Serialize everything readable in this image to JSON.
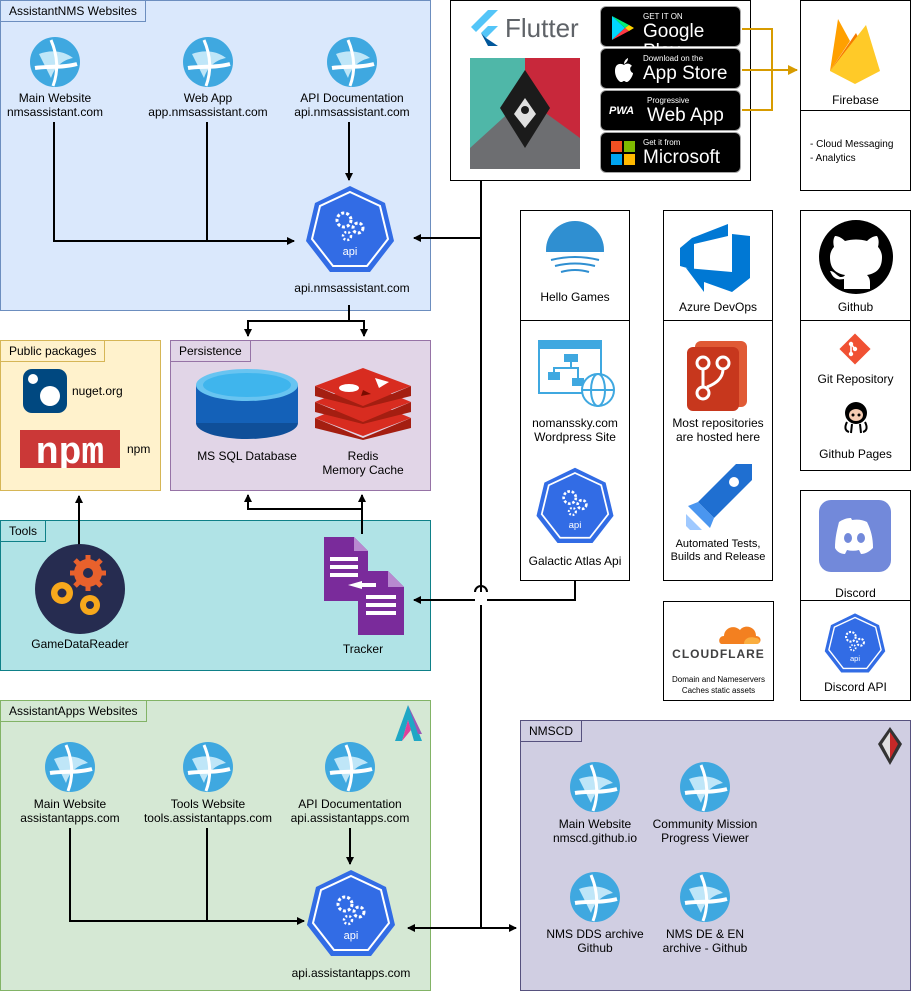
{
  "groups": {
    "assistantnms": "AssistantNMS Websites",
    "public_packages": "Public packages",
    "persistence": "Persistence",
    "tools": "Tools",
    "assistantapps": "AssistantApps Websites",
    "nmscd": "NMSCD"
  },
  "assistantnms": {
    "main_website": {
      "name": "Main Website",
      "url": "nmsassistant.com"
    },
    "web_app": {
      "name": "Web App",
      "url": "app.nmsassistant.com"
    },
    "api_docs": {
      "name": "API Documentation",
      "url": "api.nmsassistant.com"
    },
    "api_label": "api.nmsassistant.com"
  },
  "packages": {
    "nuget": "nuget.org",
    "npm": "npm",
    "npm_logo": "npm"
  },
  "persistence": {
    "mssql": "MS SQL Database",
    "redis": "Redis\nMemory Cache"
  },
  "tools": {
    "gamedatareader": "GameDataReader",
    "tracker": "Tracker"
  },
  "assistantapps": {
    "main_website": {
      "name": "Main Website",
      "url": "assistantapps.com"
    },
    "tools_website": {
      "name": "Tools Website",
      "url": "tools.assistantapps.com"
    },
    "api_docs": {
      "name": "API Documentation",
      "url": "api.assistantapps.com"
    },
    "api_label": "api.assistantapps.com"
  },
  "nmscd": {
    "main_website": {
      "name": "Main Website",
      "url": "nmscd.github.io"
    },
    "cmpv": {
      "name": "Community Mission",
      "sub": "Progress Viewer"
    },
    "dds": {
      "name": "NMS DDS archive",
      "sub": "Github"
    },
    "deen": {
      "name": "NMS DE & EN",
      "sub": "archive - Github"
    }
  },
  "platforms": {
    "flutter": "Flutter",
    "google_play": {
      "small": "GET IT ON",
      "big": "Google Play"
    },
    "app_store": {
      "small": "Download on the",
      "big": "App Store"
    },
    "pwa": {
      "mark": "PWA",
      "small": "Progressive",
      "big": "Web App"
    },
    "microsoft": {
      "small": "Get it from",
      "big": "Microsoft"
    }
  },
  "firebase": {
    "title": "Firebase",
    "features": [
      "- Cloud Messaging",
      "- Analytics"
    ]
  },
  "hellogames": {
    "title": "Hello Games",
    "wordpress": "nomanssky.com\nWordpress Site",
    "galactic": "Galactic Atlas Api"
  },
  "azure": {
    "title": "Azure DevOps",
    "repos": "Most repositories\nare hosted here",
    "pipelines": "Automated Tests,\nBuilds and Release"
  },
  "github": {
    "title": "Github",
    "repo": "Git Repository",
    "pages": "Github Pages"
  },
  "discord": {
    "title": "Discord",
    "api": "Discord API"
  },
  "cloudflare": {
    "logo": "CLOUDFLARE",
    "caption": "Domain and Nameservers\nCaches static assets"
  },
  "api_icon_text": "api",
  "colors": {
    "blue_group": "#dae8fc",
    "blue_border": "#6c8ebf",
    "yellow_group": "#fff2cc",
    "yellow_border": "#d6b656",
    "purple_group": "#e1d5e7",
    "purple_border": "#9673a6",
    "teal_group": "#b0e3e6",
    "teal_border": "#0e8088",
    "green_group": "#d5e8d4",
    "green_border": "#82b366",
    "nmscd_group": "#d0cee2",
    "nmscd_border": "#56517e",
    "arrow_orange": "#d79b00",
    "api_blue": "#2f6fd8",
    "web_blue": "#3fa8e0"
  }
}
